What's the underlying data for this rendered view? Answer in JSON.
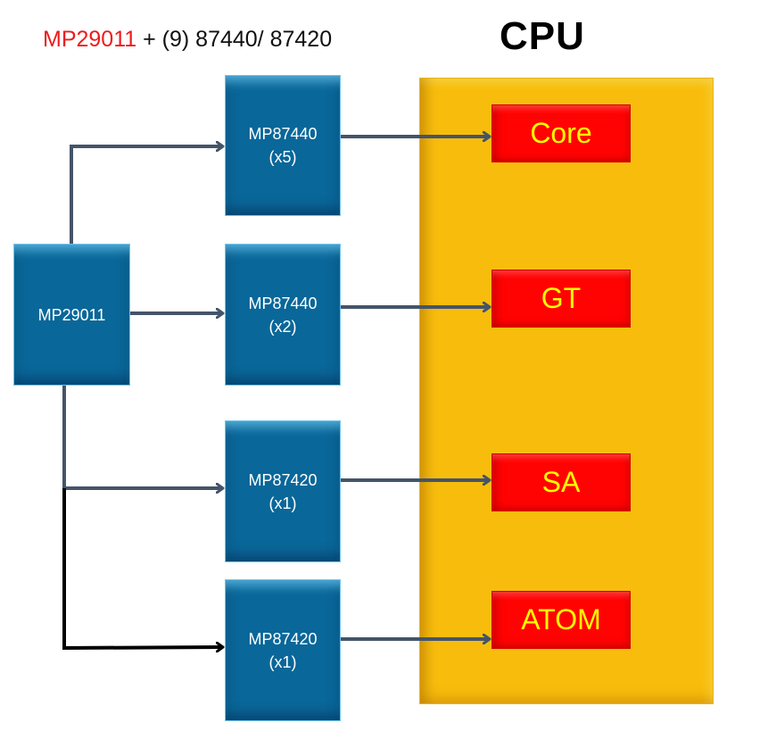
{
  "header": {
    "title_highlight": "MP29011",
    "title_rest": " + (9) 87440/ 87420",
    "cpu_label": "CPU"
  },
  "colors": {
    "controller_text": "#ee1c1c",
    "chip_fill": "#0a6799",
    "cpu_fill": "#f8bd0c",
    "block_fill": "#ff0303",
    "block_text": "#ffff00",
    "wire": "#44546a",
    "highlight_wire": "#000000"
  },
  "controller": {
    "name": "MP29011"
  },
  "regulators": [
    {
      "name": "MP87440",
      "count": "(x5)"
    },
    {
      "name": "MP87440",
      "count": "(x2)"
    },
    {
      "name": "MP87420",
      "count": "(x1)"
    },
    {
      "name": "MP87420",
      "count": "(x1)"
    }
  ],
  "cpu_blocks": [
    {
      "label": "Core"
    },
    {
      "label": "GT"
    },
    {
      "label": "SA"
    },
    {
      "label": "ATOM"
    }
  ],
  "connections": [
    {
      "from": "MP29011",
      "to": "MP87440 (x5)"
    },
    {
      "from": "MP29011",
      "to": "MP87440 (x2)"
    },
    {
      "from": "MP29011",
      "to": "MP87420 (x1)"
    },
    {
      "from": "MP29011",
      "to": "MP87420 (x1)",
      "highlighted": true
    },
    {
      "from": "MP87440 (x5)",
      "to": "Core"
    },
    {
      "from": "MP87440 (x2)",
      "to": "GT"
    },
    {
      "from": "MP87420 (x1)",
      "to": "SA"
    },
    {
      "from": "MP87420 (x1)",
      "to": "ATOM"
    }
  ]
}
